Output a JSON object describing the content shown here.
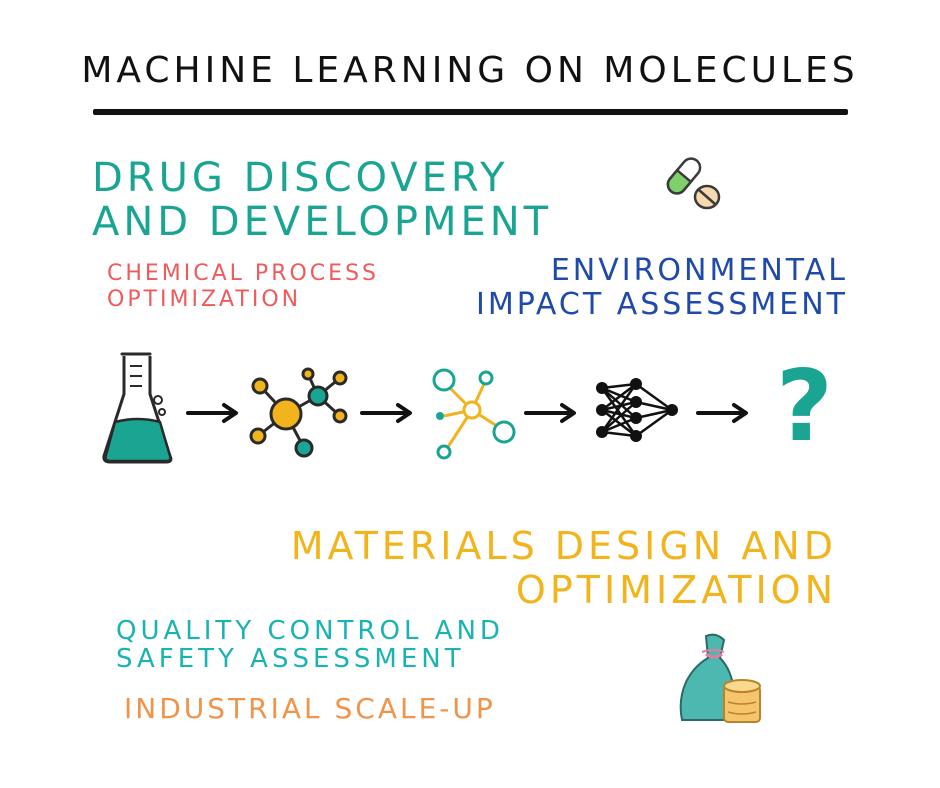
{
  "title": "Machine Learning on Molecules",
  "applications": {
    "drug_discovery": [
      "Drug Discovery",
      "and Development"
    ],
    "chemical_process": [
      "Chemical Process",
      "Optimization"
    ],
    "environmental": [
      "Environmental",
      "Impact Assessment"
    ],
    "materials": [
      "Materials Design and",
      "Optimization"
    ],
    "quality_control": [
      "Quality Control and",
      "Safety Assessment"
    ],
    "industrial": "Industrial Scale-Up"
  },
  "pipeline": {
    "steps": [
      "flask-icon",
      "molecule-icon",
      "graph-icon",
      "neural-network-icon",
      "question-mark-icon"
    ],
    "question_mark": "?",
    "arrow_icon": "arrow-right-icon"
  },
  "colors": {
    "title": "#111111",
    "drug_discovery": "#1aa593",
    "chemical_process": "#ef5a5a",
    "environmental": "#1f4aa8",
    "materials": "#f2b41c",
    "quality_control": "#1ab3b3",
    "industrial": "#f2934a"
  },
  "decorations": [
    "pills-icon",
    "sacks-icon"
  ]
}
